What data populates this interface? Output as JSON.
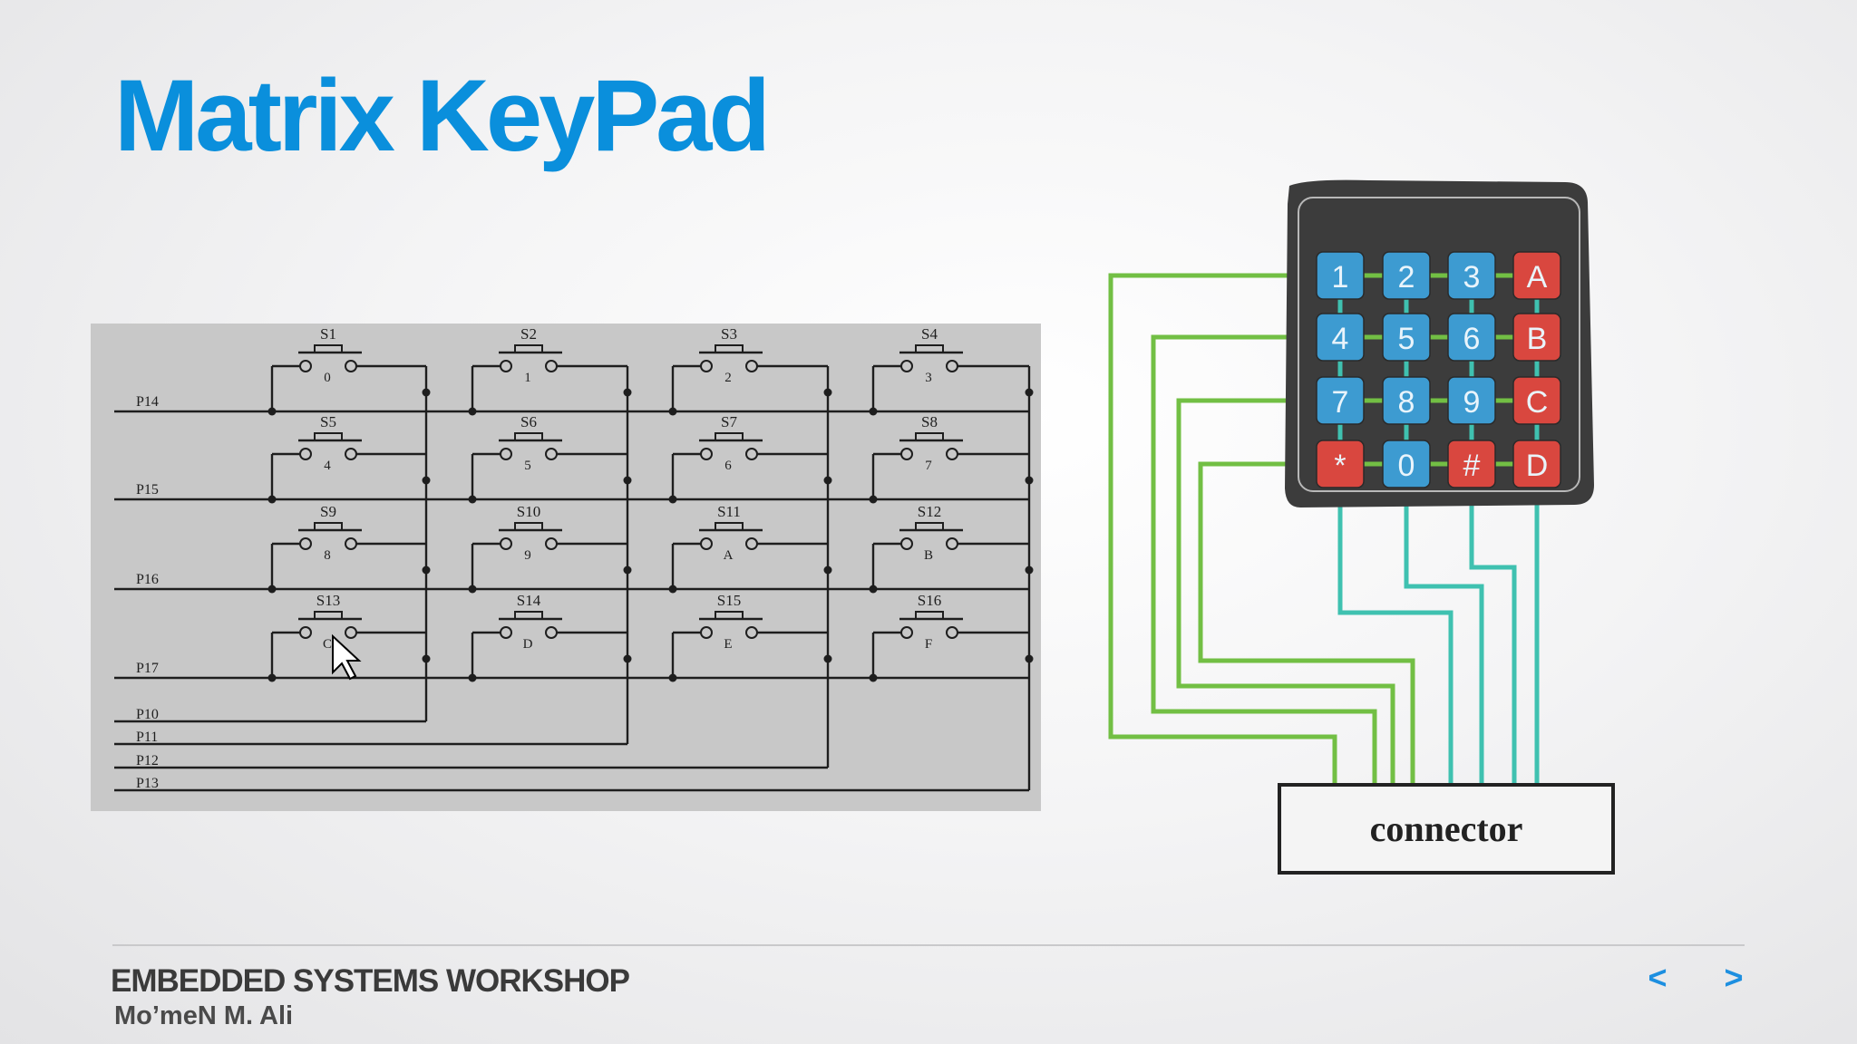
{
  "slide": {
    "title": "Matrix KeyPad"
  },
  "schematic": {
    "row_lines": [
      "P14",
      "P15",
      "P16",
      "P17"
    ],
    "column_lines": [
      "P10",
      "P11",
      "P12",
      "P13"
    ],
    "switches": [
      {
        "name": "S1",
        "key": "0"
      },
      {
        "name": "S2",
        "key": "1"
      },
      {
        "name": "S3",
        "key": "2"
      },
      {
        "name": "S4",
        "key": "3"
      },
      {
        "name": "S5",
        "key": "4"
      },
      {
        "name": "S6",
        "key": "5"
      },
      {
        "name": "S7",
        "key": "6"
      },
      {
        "name": "S8",
        "key": "7"
      },
      {
        "name": "S9",
        "key": "8"
      },
      {
        "name": "S10",
        "key": "9"
      },
      {
        "name": "S11",
        "key": "A"
      },
      {
        "name": "S12",
        "key": "B"
      },
      {
        "name": "S13",
        "key": "C"
      },
      {
        "name": "S14",
        "key": "D"
      },
      {
        "name": "S15",
        "key": "E"
      },
      {
        "name": "S16",
        "key": "F"
      }
    ]
  },
  "keypad": {
    "keys": [
      "1",
      "2",
      "3",
      "A",
      "4",
      "5",
      "6",
      "B",
      "7",
      "8",
      "9",
      "C",
      "*",
      "0",
      "#",
      "D"
    ],
    "letter_keys": [
      "A",
      "B",
      "C",
      "D"
    ],
    "connector_label": "connector",
    "colors": {
      "blue_key": "#3d9bd1",
      "red_key": "#d9473f",
      "row_wire": "#72bf44",
      "col_wire": "#3fc1b0",
      "body": "#3c3c3c"
    }
  },
  "footer": {
    "workshop": "EMBEDDED SYSTEMS WORKSHOP",
    "author": "Mo’meN M. Ali"
  },
  "nav": {
    "prev": "<",
    "next": ">"
  }
}
